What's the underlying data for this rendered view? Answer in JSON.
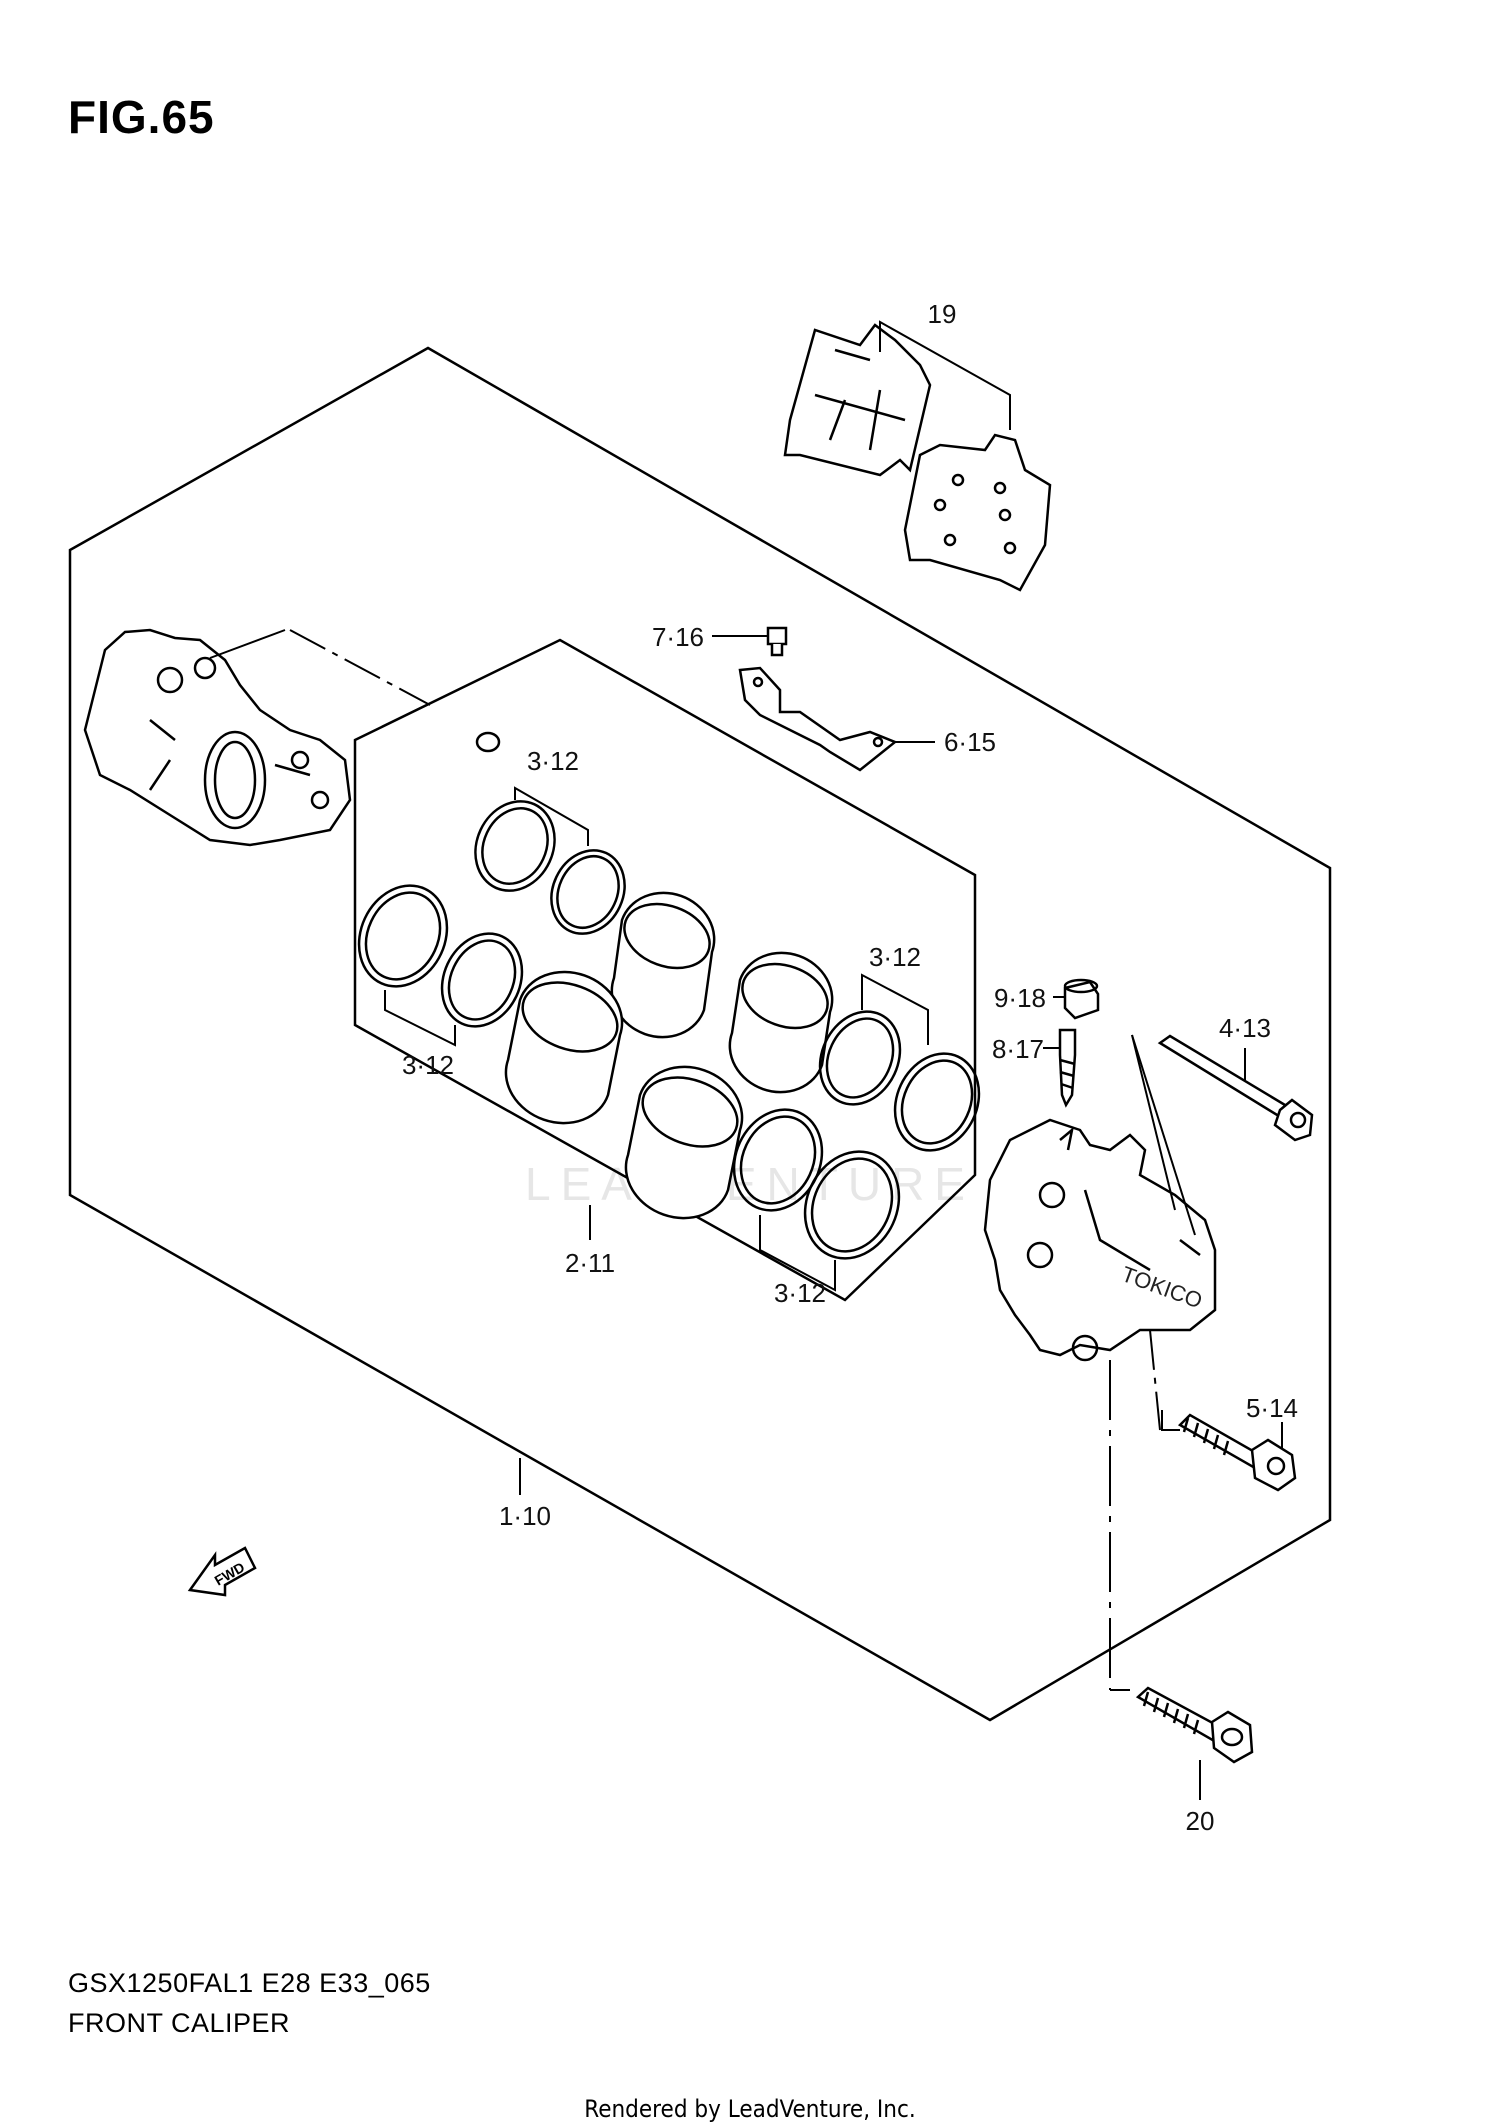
{
  "figure": {
    "title": "FIG.65",
    "model_code": "GSX1250FAL1 E28 E33_065",
    "caption": "FRONT CALIPER",
    "watermark": "LEADVENTURE",
    "credit": "Rendered by LeadVenture, Inc.",
    "fwd_label": "FWD"
  },
  "callouts": {
    "c19": "19",
    "c7_16": "7·16",
    "c6_15": "6·15",
    "c3_12_a": "3·12",
    "c3_12_b": "3·12",
    "c3_12_c": "3·12",
    "c3_12_d": "3·12",
    "c9_18": "9·18",
    "c8_17": "8·17",
    "c4_13": "4·13",
    "c2_11": "2·11",
    "c5_14": "5·14",
    "c1_10": "1·10",
    "c20": "20"
  }
}
